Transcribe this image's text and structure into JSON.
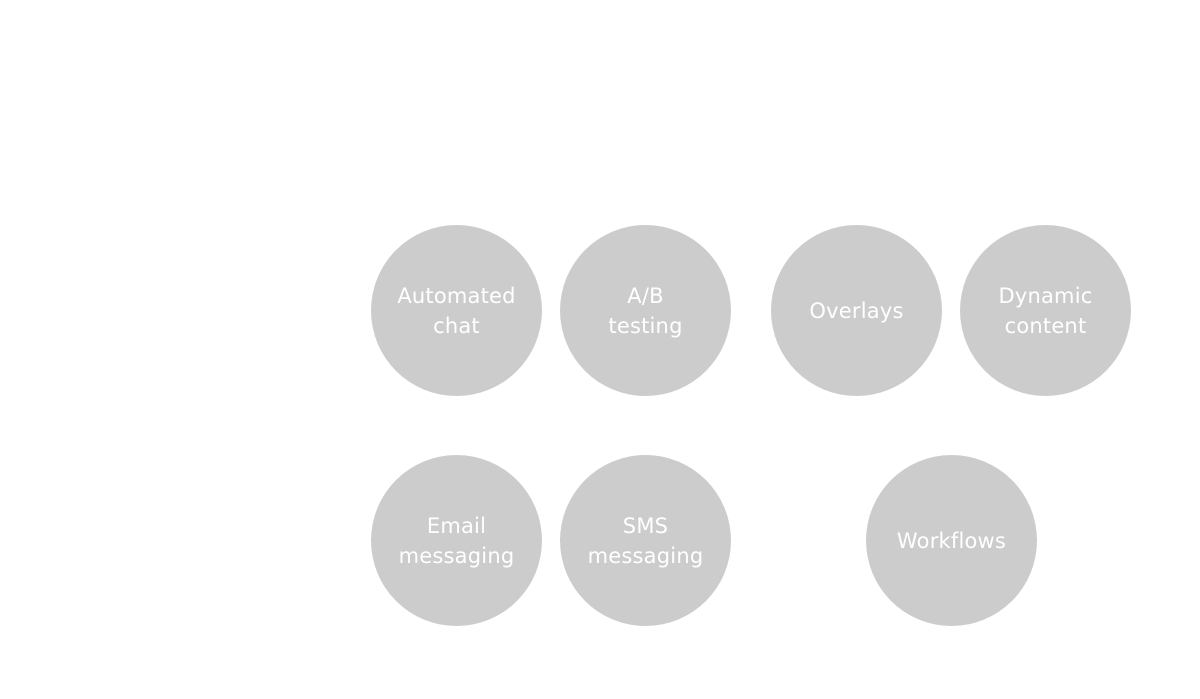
{
  "colors": {
    "background": "#ffffff",
    "circle_fill": "#cccccc",
    "label_text": "#ffffff"
  },
  "features": {
    "automated_chat": "Automated\nchat",
    "ab_testing": "A/B\ntesting",
    "overlays": "Overlays",
    "dynamic_content": "Dynamic\ncontent",
    "email_messaging": "Email\nmessaging",
    "sms_messaging": "SMS\nmessaging",
    "workflows": "Workflows"
  }
}
